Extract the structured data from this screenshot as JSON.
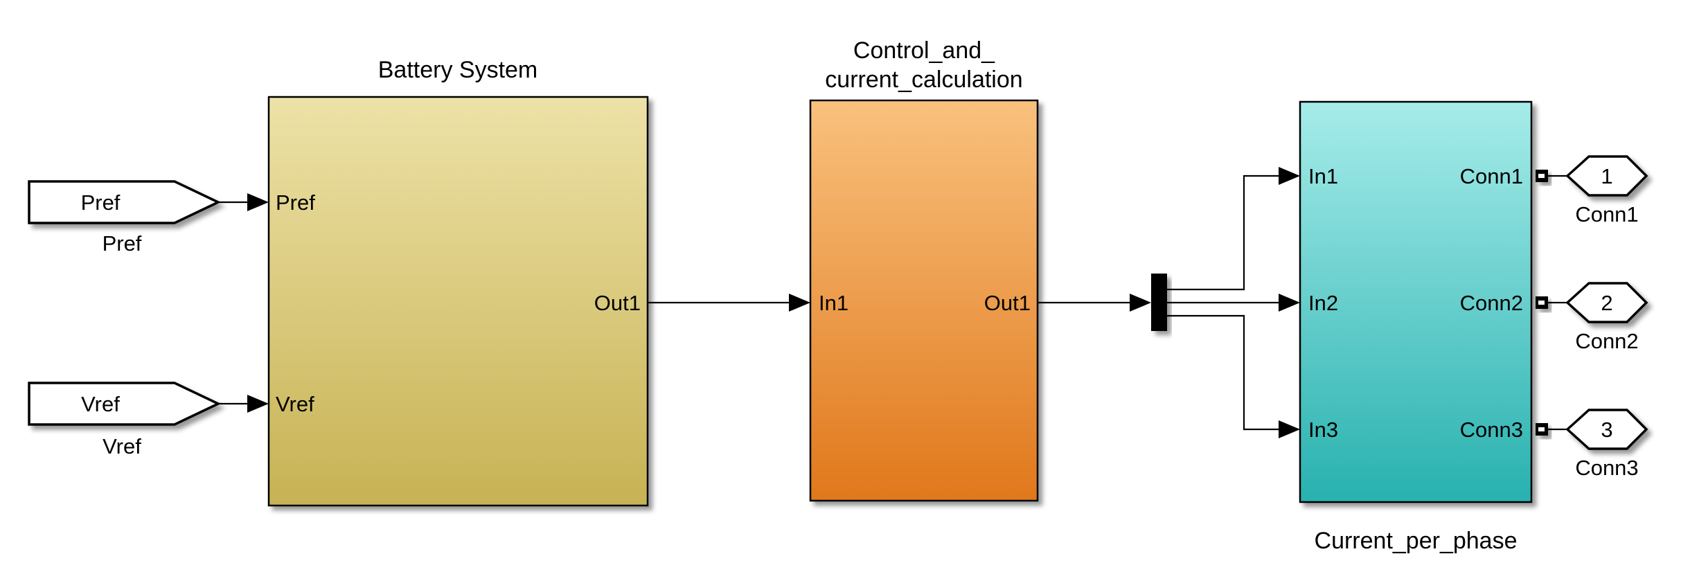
{
  "diagram": {
    "canvas": {
      "width": "2440",
      "height": "826",
      "background": "#FFFFFF"
    },
    "blocks": {
      "battery": {
        "name": "Battery System",
        "port_in1": "Pref",
        "port_in2": "Vref",
        "port_out1": "Out1",
        "color_top": "#EDE2A7",
        "color_bottom": "#C7B254"
      },
      "control": {
        "name_line1": "Control_and_",
        "name_line2": "current_calculation",
        "port_in1": "In1",
        "port_out1": "Out1",
        "color_top": "#F9C17D",
        "color_bottom": "#E0781C"
      },
      "current_per_phase": {
        "name": "Current_per_phase",
        "port_in1": "In1",
        "port_in2": "In2",
        "port_in3": "In3",
        "port_conn1": "Conn1",
        "port_conn2": "Conn2",
        "port_conn3": "Conn3",
        "color_top": "#A6ECEA",
        "color_bottom": "#28B1AF"
      }
    },
    "input_tags": [
      {
        "text": "Pref",
        "label": "Pref"
      },
      {
        "text": "Vref",
        "label": "Vref"
      }
    ],
    "port_blocks": [
      {
        "number": "1",
        "label": "Conn1"
      },
      {
        "number": "2",
        "label": "Conn2"
      },
      {
        "number": "3",
        "label": "Conn3"
      }
    ],
    "line_color": "#000000"
  }
}
